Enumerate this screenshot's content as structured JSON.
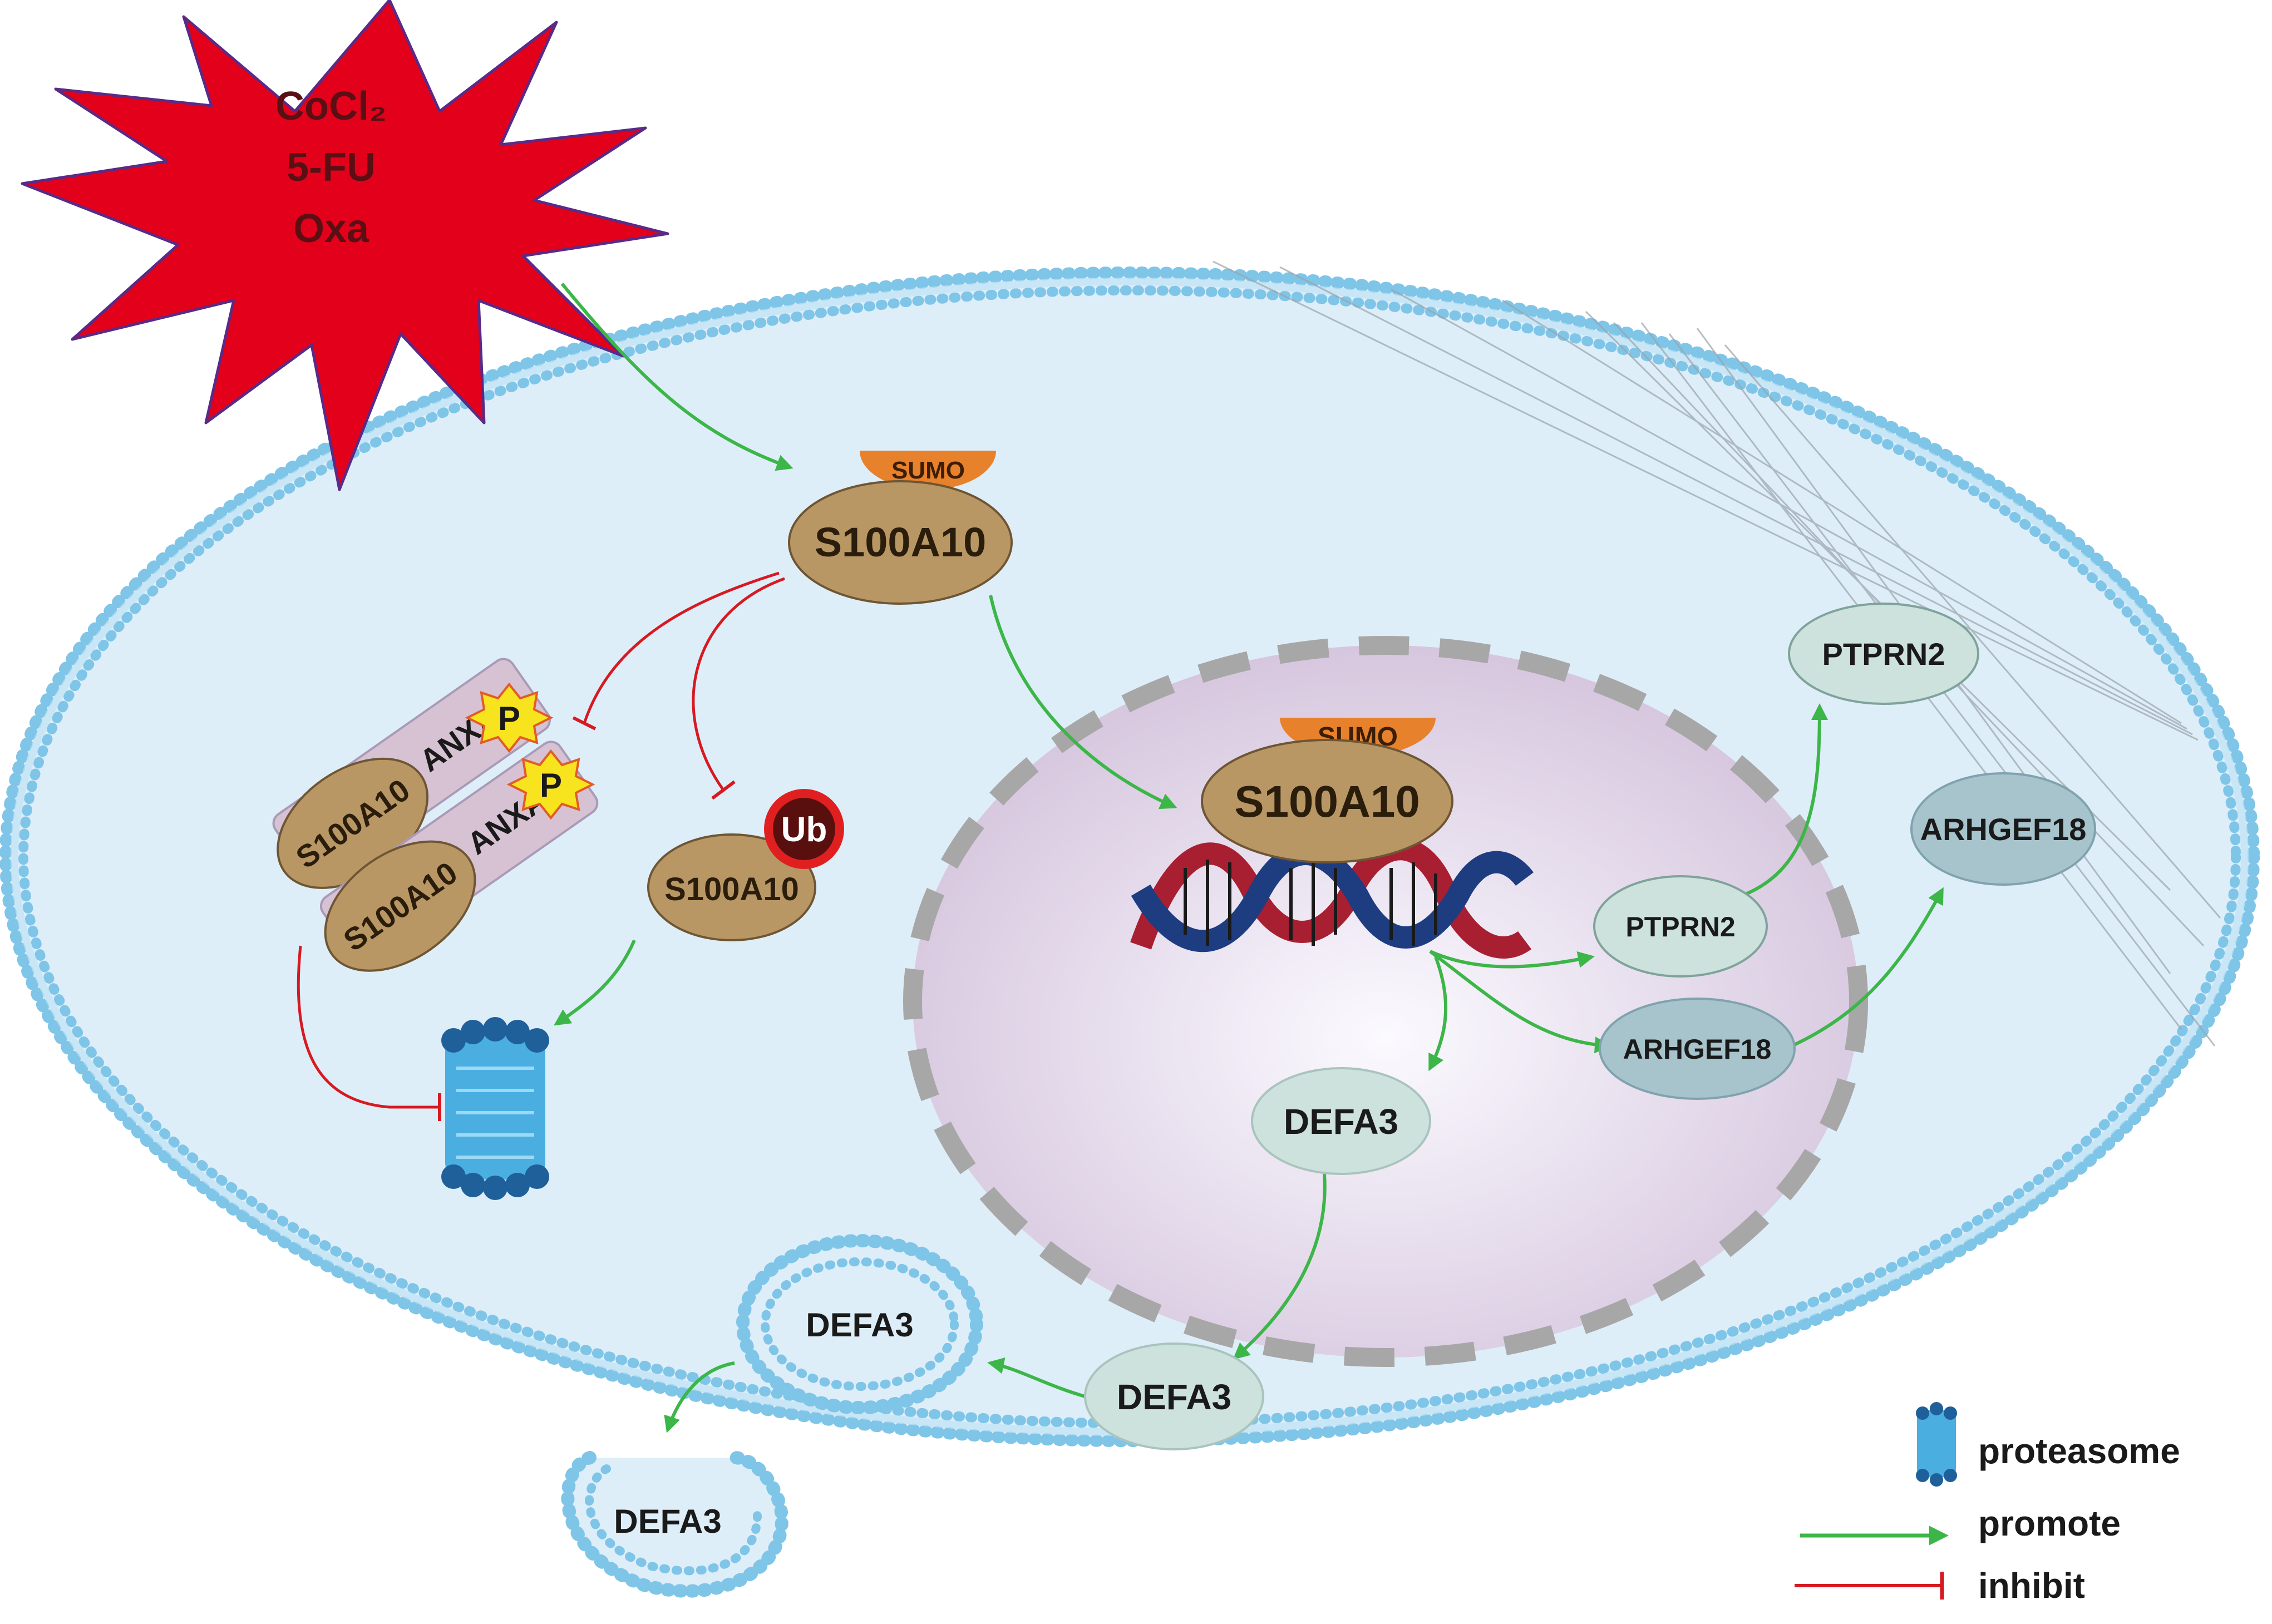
{
  "stimulus": {
    "lines": [
      "CoCl₂",
      "5-FU",
      "Oxa"
    ]
  },
  "cytoplasm": {
    "sumo_label": "SUMO",
    "s100a10_label": "S100A10",
    "ub_label": "Ub",
    "s100a10_ub_label": "S100A10",
    "complex": {
      "anxa2_label": "ANXA2",
      "s100a10_label": "S100A10",
      "p_label": "P"
    }
  },
  "nucleus": {
    "sumo_label": "SUMO",
    "s100a10_label": "S100A10",
    "ptprn2_label": "PTPRN2",
    "arhgef18_label": "ARHGEF18",
    "defa3_label": "DEFA3"
  },
  "outer": {
    "ptprn2_label": "PTPRN2",
    "arhgef18_label": "ARHGEF18",
    "defa3_cyto_label": "DEFA3",
    "defa3_vesicle_label": "DEFA3",
    "defa3_budding_label": "DEFA3"
  },
  "legend": {
    "proteasome_label": "proteasome",
    "promote_label": "promote",
    "inhibit_label": "inhibit"
  },
  "colors": {
    "promote": "#3cb648",
    "inhibit": "#d71921",
    "protein": "#b99765",
    "sumo": "#e8812c",
    "stimulus": "#e3001b",
    "membrane": "#7fc5e8",
    "cell_fill": "#deeef9",
    "nucleus_fill": "#e4d7ea"
  }
}
